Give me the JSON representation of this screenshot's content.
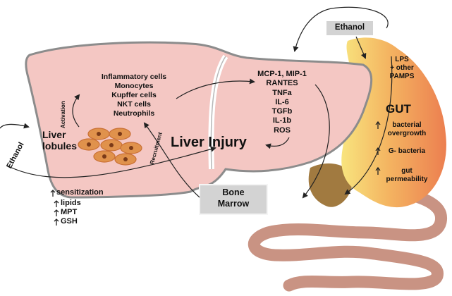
{
  "labels": {
    "ethanol_top": "Ethanol",
    "ethanol_left": "Ethanol",
    "lps": [
      "LPS",
      "+ other",
      "PAMPS"
    ],
    "gut_title": "GUT",
    "gut_items": [
      [
        "bacterial",
        "overgrowth"
      ],
      [
        "G- bacteria"
      ],
      [
        "gut",
        "permeability"
      ]
    ],
    "liver_cells": [
      "Inflammatory cells",
      "Monocytes",
      "Kupffer cells",
      "NKT cells",
      "Neutrophils"
    ],
    "activation": "Activation",
    "recruitment": "Recruitment",
    "liver_lobules": [
      "Liver",
      "lobules"
    ],
    "cytokines": [
      "MCP-1, MIP-1",
      "RANTES",
      "TNFa",
      "IL-6",
      "TGFb",
      "IL-1b",
      "ROS"
    ],
    "liver_injury": "Liver Injury",
    "bone_marrow": [
      "Bone",
      "Marrow"
    ],
    "risk_factors": [
      "sensitization",
      "lipids",
      "MPT",
      "GSH"
    ]
  },
  "colors": {
    "liver_fill": "#f4c7c3",
    "liver_outline": "#8c8c8c",
    "gut_fill_light": "#f7e27a",
    "gut_fill_dark": "#ee8a52",
    "box_fill": "#d3d3d3",
    "intestine": "#c99383",
    "gallbladder": "#a17a40",
    "cell_fill": "#e0924c"
  },
  "icons": [
    "up-arrow-icon",
    "arrow-icon"
  ]
}
